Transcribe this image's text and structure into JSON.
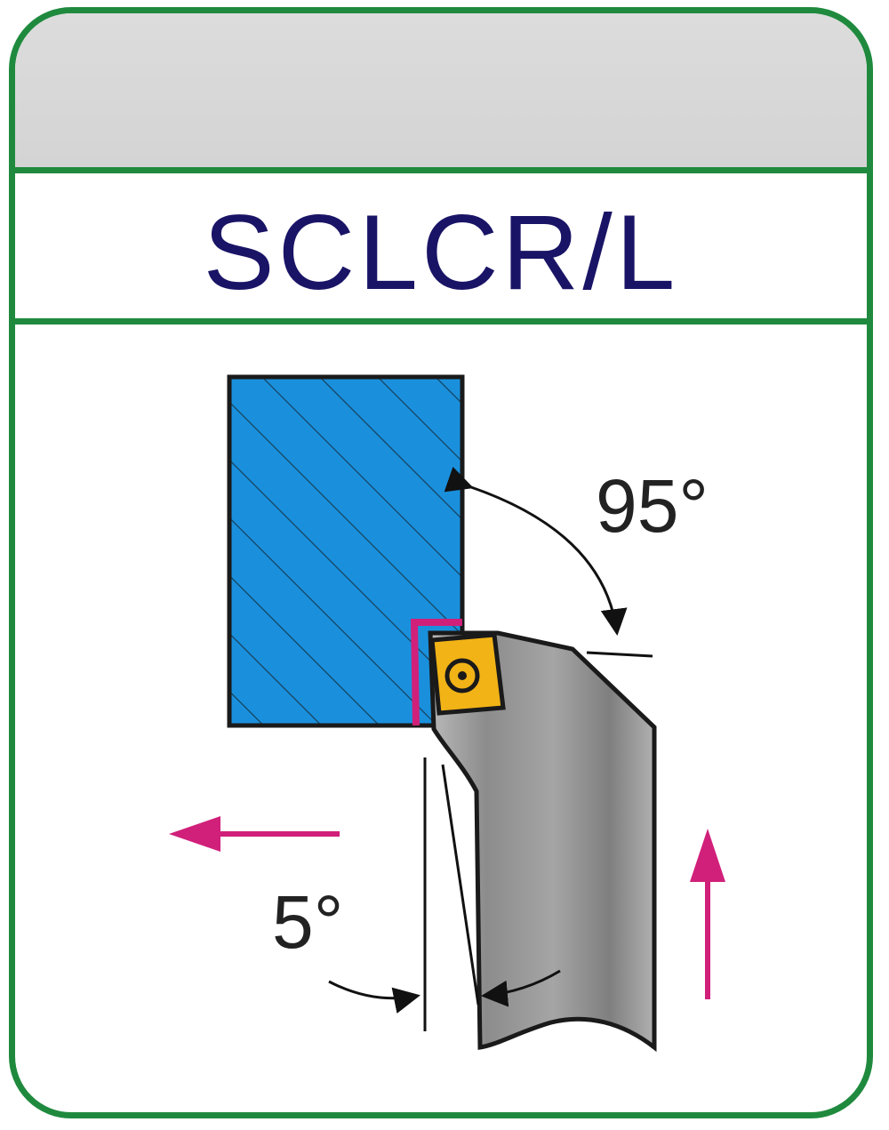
{
  "title": "SCLCR/L",
  "labels": {
    "angle_top": "95°",
    "angle_bottom": "5°"
  },
  "colors": {
    "border": "#1f8a3e",
    "title": "#1a1466",
    "workpiece": "#1a90dd",
    "insert": "#f2b316",
    "arrows": "#d0207a",
    "holder": "#9a9a9a"
  }
}
